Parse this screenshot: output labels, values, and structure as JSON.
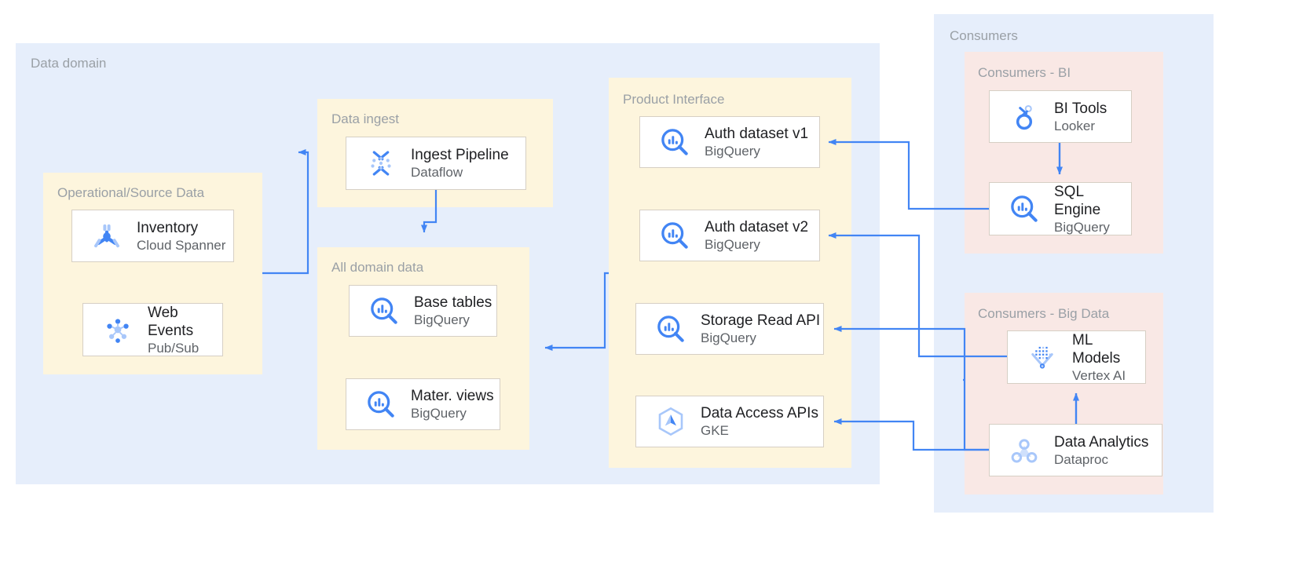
{
  "regions": {
    "data_domain": "Data domain",
    "operational_source": "Operational/Source Data",
    "data_ingest": "Data ingest",
    "all_domain_data": "All domain data",
    "product_interface": "Product Interface",
    "consumers": "Consumers",
    "consumers_bi": "Consumers - BI",
    "consumers_big_data": "Consumers - Big Data"
  },
  "nodes": {
    "inventory": {
      "title": "Inventory",
      "subtitle": "Cloud Spanner",
      "icon": "cloud-spanner-icon"
    },
    "web_events": {
      "title": "Web\nEvents",
      "subtitle": "Pub/Sub",
      "icon": "pubsub-icon"
    },
    "ingest_pipeline": {
      "title": "Ingest Pipeline",
      "subtitle": "Dataflow",
      "icon": "dataflow-icon"
    },
    "base_tables": {
      "title": "Base tables",
      "subtitle": "BigQuery",
      "icon": "bigquery-icon"
    },
    "mater_views": {
      "title": "Mater. views",
      "subtitle": "BigQuery",
      "icon": "bigquery-icon"
    },
    "auth_dataset_v1": {
      "title": "Auth dataset v1",
      "subtitle": "BigQuery",
      "icon": "bigquery-icon"
    },
    "auth_dataset_v2": {
      "title": "Auth dataset v2",
      "subtitle": "BigQuery",
      "icon": "bigquery-icon"
    },
    "storage_read_api": {
      "title": "Storage Read API",
      "subtitle": "BigQuery",
      "icon": "bigquery-icon"
    },
    "data_access_apis": {
      "title": "Data Access APIs",
      "subtitle": "GKE",
      "icon": "gke-icon"
    },
    "bi_tools": {
      "title": "BI Tools",
      "subtitle": "Looker",
      "icon": "looker-icon"
    },
    "sql_engine": {
      "title": "SQL\nEngine",
      "subtitle": "BigQuery",
      "icon": "bigquery-icon"
    },
    "ml_models": {
      "title": "ML\nModels",
      "subtitle": "Vertex AI",
      "icon": "vertex-ai-icon"
    },
    "data_analytics": {
      "title": "Data Analytics",
      "subtitle": "Dataproc",
      "icon": "dataproc-icon"
    }
  },
  "colors": {
    "region_blue": "#e6eefb",
    "region_yellow": "#fdf5dd",
    "region_pink": "#f9e8e5",
    "connector": "#4285f4",
    "node_border": "#d6cfc4",
    "label_text": "#9aa0a6",
    "title_text": "#202124",
    "subtitle_text": "#5f6368",
    "icon_primary": "#4285f4",
    "icon_secondary": "#a8c7fa"
  },
  "connections": [
    {
      "from": "operational-source-data",
      "to": "ingest-pipeline",
      "direction": "right"
    },
    {
      "from": "ingest-pipeline",
      "to": "all-domain-data",
      "direction": "down"
    },
    {
      "from": "product-interface",
      "to": "all-domain-data",
      "direction": "left"
    },
    {
      "from": "sql-engine",
      "to": "auth-dataset-v1",
      "direction": "left"
    },
    {
      "from": "ml-models",
      "to": "auth-dataset-v2",
      "direction": "left"
    },
    {
      "from": "data-analytics",
      "to": "storage-read-api",
      "direction": "left"
    },
    {
      "from": "data-analytics",
      "to": "data-access-apis",
      "direction": "left"
    },
    {
      "from": "bi-tools",
      "to": "sql-engine",
      "direction": "down"
    },
    {
      "from": "data-analytics",
      "to": "ml-models",
      "direction": "up"
    }
  ]
}
